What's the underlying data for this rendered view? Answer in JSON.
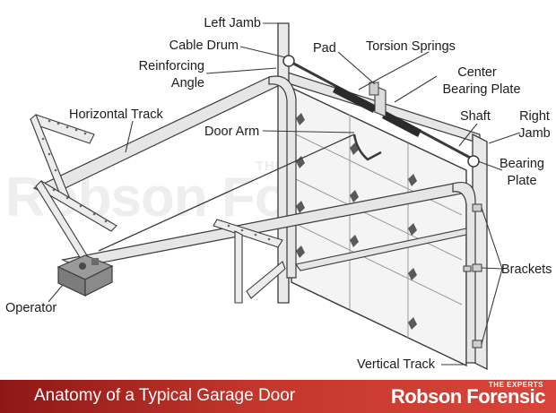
{
  "labels": {
    "left_jamb": "Left Jamb",
    "cable_drum": "Cable Drum",
    "reinforcing_angle_1": "Reinforcing",
    "reinforcing_angle_2": "Angle",
    "pad": "Pad",
    "torsion_springs": "Torsion Springs",
    "center_bearing_1": "Center",
    "center_bearing_2": "Bearing Plate",
    "horizontal_track": "Horizontal Track",
    "door_arm": "Door Arm",
    "shaft": "Shaft",
    "right_jamb_1": "Right",
    "right_jamb_2": "Jamb",
    "bearing_plate_1": "Bearing",
    "bearing_plate_2": "Plate",
    "brackets": "Brackets",
    "operator": "Operator",
    "vertical_track": "Vertical Track"
  },
  "watermark": {
    "text": "Robson Forensic",
    "tag": "THE EXPERTS"
  },
  "footer": {
    "title": "Anatomy of a Typical Garage Door",
    "logo": "Robson Forensic",
    "logo_tag": "THE EXPERTS"
  },
  "colors": {
    "footer_dark": "#8e1716",
    "footer_light": "#d9453a",
    "metal_fill": "#e6e6e6",
    "outline": "#3a3a3a",
    "spring": "#2b2b2b"
  }
}
